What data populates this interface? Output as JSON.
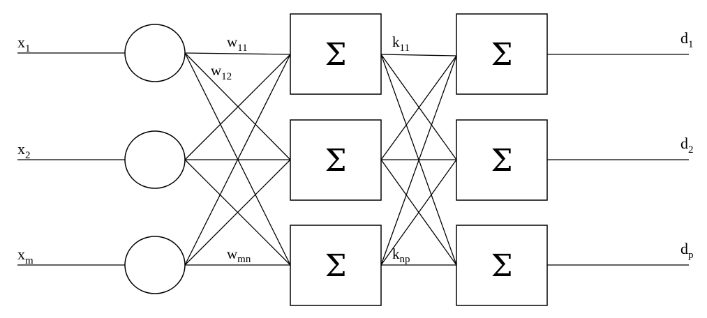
{
  "inputs": [
    {
      "base": "x",
      "sub": "1"
    },
    {
      "base": "x",
      "sub": "2"
    },
    {
      "base": "x",
      "sub": "m"
    }
  ],
  "outputs": [
    {
      "base": "d",
      "sub": "1"
    },
    {
      "base": "d",
      "sub": "2"
    },
    {
      "base": "d",
      "sub": "p"
    }
  ],
  "weights": {
    "w11": {
      "base": "w",
      "sub": "11"
    },
    "w12": {
      "base": "w",
      "sub": "12"
    },
    "wmn": {
      "base": "w",
      "sub": "mn"
    },
    "k11": {
      "base": "k",
      "sub": "11"
    },
    "knp": {
      "base": "k",
      "sub": "np"
    }
  },
  "sum_symbol": "Σ",
  "colors": {
    "stroke": "#000000",
    "background": "#ffffff"
  }
}
